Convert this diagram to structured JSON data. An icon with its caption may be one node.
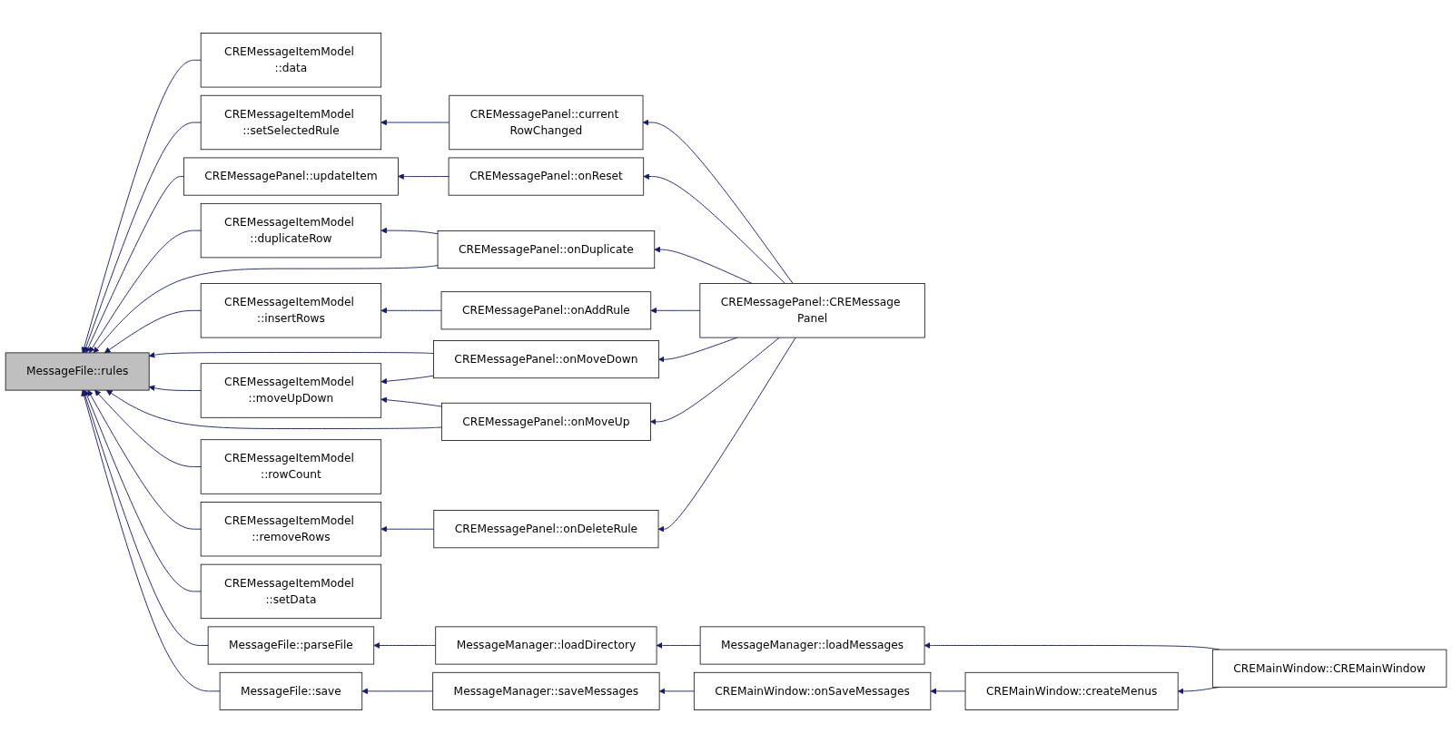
{
  "diagram": {
    "nodes": [
      {
        "text": [
          "MessageFile::rules"
        ]
      },
      {
        "text": [
          "CREMessageItemModel ::data"
        ]
      },
      {
        "text": [
          "CREMessageItemModel ::setSelectedRule"
        ]
      },
      {
        "text": [
          "CREMessagePanel::updateItem"
        ]
      },
      {
        "text": [
          "CREMessageItemModel ::duplicateRow"
        ]
      },
      {
        "text": [
          "CREMessageItemModel ::insertRows"
        ]
      },
      {
        "text": [
          "CREMessageItemModel ::moveUpDown"
        ]
      },
      {
        "text": [
          "CREMessageItemModel ::rowCount"
        ]
      },
      {
        "text": [
          "CREMessageItemModel ::removeRows"
        ]
      },
      {
        "text": [
          "CREMessageItemModel ::setData"
        ]
      },
      {
        "text": [
          "MessageFile::parseFile"
        ]
      },
      {
        "text": [
          "MessageFile::save"
        ]
      },
      {
        "text": [
          "CREMessagePanel::current RowChanged"
        ]
      },
      {
        "text": [
          "CREMessagePanel::onReset"
        ]
      },
      {
        "text": [
          "CREMessagePanel::onDuplicate"
        ]
      },
      {
        "text": [
          "CREMessagePanel::onAddRule"
        ]
      },
      {
        "text": [
          "CREMessagePanel::onMoveDown"
        ]
      },
      {
        "text": [
          "CREMessagePanel::onMoveUp"
        ]
      },
      {
        "text": [
          "CREMessagePanel::onDeleteRule"
        ]
      },
      {
        "text": [
          "MessageManager::loadDirectory"
        ]
      },
      {
        "text": [
          "MessageManager::saveMessages"
        ]
      },
      {
        "text": [
          "CREMessagePanel::CREMessage Panel"
        ]
      },
      {
        "text": [
          "CREMainWindow::onSaveMessages"
        ]
      },
      {
        "text": [
          "MessageManager::loadMessages"
        ]
      },
      {
        "text": [
          "CREMainWindow::createMenus"
        ]
      },
      {
        "text": [
          "CREMainWindow::CREMainWindow"
        ]
      }
    ],
    "edges": [
      {
        "from": 1,
        "to": 0,
        "arrow": "to"
      },
      {
        "from": 2,
        "to": 0,
        "arrow": "to"
      },
      {
        "from": 3,
        "to": 0,
        "arrow": "to"
      },
      {
        "from": 4,
        "to": 0,
        "arrow": "to"
      },
      {
        "from": 14,
        "to": 0,
        "arrow": "to"
      },
      {
        "from": 5,
        "to": 0,
        "arrow": "to"
      },
      {
        "from": 16,
        "to": 0,
        "arrow": "to"
      },
      {
        "from": 6,
        "to": 0,
        "arrow": "to"
      },
      {
        "from": 17,
        "to": 0,
        "arrow": "to"
      },
      {
        "from": 7,
        "to": 0,
        "arrow": "to"
      },
      {
        "from": 8,
        "to": 0,
        "arrow": "to"
      },
      {
        "from": 9,
        "to": 0,
        "arrow": "to"
      },
      {
        "from": 10,
        "to": 0,
        "arrow": "to"
      },
      {
        "from": 11,
        "to": 0,
        "arrow": "to"
      },
      {
        "from": 12,
        "to": 2,
        "arrow": "to"
      },
      {
        "from": 13,
        "to": 3,
        "arrow": "to"
      },
      {
        "from": 14,
        "to": 4,
        "arrow": "to"
      },
      {
        "from": 15,
        "to": 5,
        "arrow": "to"
      },
      {
        "from": 16,
        "to": 6,
        "arrow": "to"
      },
      {
        "from": 17,
        "to": 6,
        "arrow": "to"
      },
      {
        "from": 18,
        "to": 8,
        "arrow": "to"
      },
      {
        "from": 19,
        "to": 10,
        "arrow": "to"
      },
      {
        "from": 20,
        "to": 11,
        "arrow": "to"
      },
      {
        "from": 21,
        "to": 12,
        "arrow": "to"
      },
      {
        "from": 21,
        "to": 13,
        "arrow": "to"
      },
      {
        "from": 21,
        "to": 14,
        "arrow": "to"
      },
      {
        "from": 21,
        "to": 15,
        "arrow": "to"
      },
      {
        "from": 21,
        "to": 16,
        "arrow": "to"
      },
      {
        "from": 21,
        "to": 17,
        "arrow": "to"
      },
      {
        "from": 21,
        "to": 18,
        "arrow": "to"
      },
      {
        "from": 23,
        "to": 19,
        "arrow": "to"
      },
      {
        "from": 22,
        "to": 20,
        "arrow": "to"
      },
      {
        "from": 25,
        "to": 23,
        "arrow": "to"
      },
      {
        "from": 25,
        "to": 24,
        "arrow": "to"
      },
      {
        "from": 24,
        "to": 22,
        "arrow": "to"
      }
    ]
  }
}
